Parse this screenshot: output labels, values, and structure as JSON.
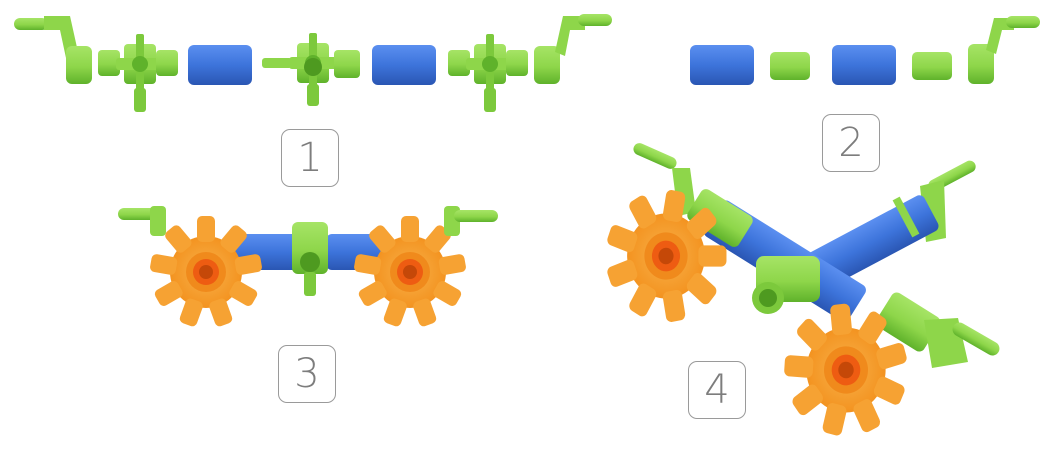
{
  "steps": [
    {
      "number": "1"
    },
    {
      "number": "2"
    },
    {
      "number": "3"
    },
    {
      "number": "4"
    }
  ],
  "colors": {
    "green": "#8ed64a",
    "green_dark": "#5fb22b",
    "blue": "#3d74db",
    "blue_dark": "#2a56b3",
    "orange": "#f6a233",
    "orange_dark": "#e07a17",
    "orange_center": "#ee5c12",
    "box_border": "#9a9a9a",
    "box_text": "#7d7d7d"
  }
}
